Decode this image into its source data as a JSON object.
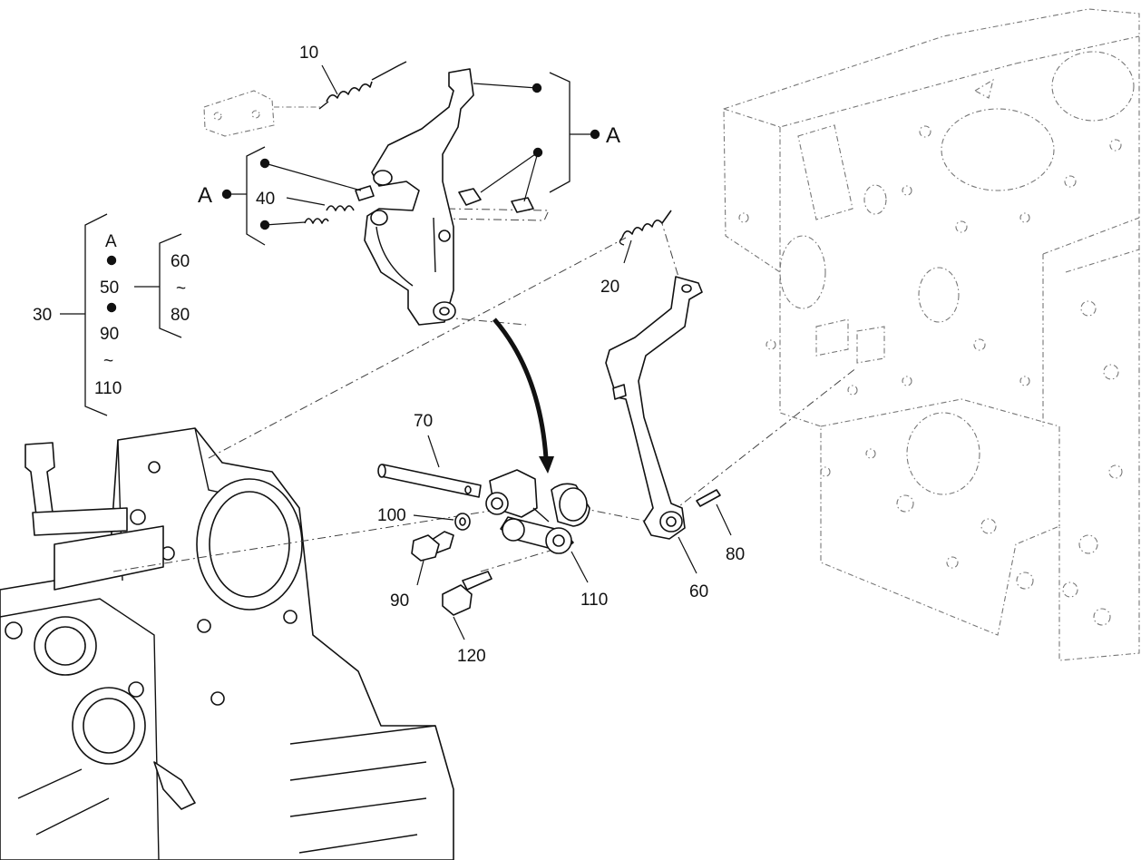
{
  "callouts": {
    "c10": "10",
    "c20": "20",
    "c30": "30",
    "c40": "40",
    "c60": "60",
    "c70": "70",
    "c80": "80",
    "c90": "90",
    "c100": "100",
    "c110": "110",
    "c120": "120"
  },
  "group_a": {
    "label_right": "A",
    "label_left": "A"
  },
  "group_30": {
    "line1": "A",
    "line2": "50",
    "line3": "90",
    "line4": "~",
    "line5": "110",
    "sub_top": "60",
    "sub_tilde": "~",
    "sub_bottom": "80"
  },
  "colors": {
    "ink": "#111111",
    "ghost": "#777777",
    "background": "#ffffff"
  }
}
